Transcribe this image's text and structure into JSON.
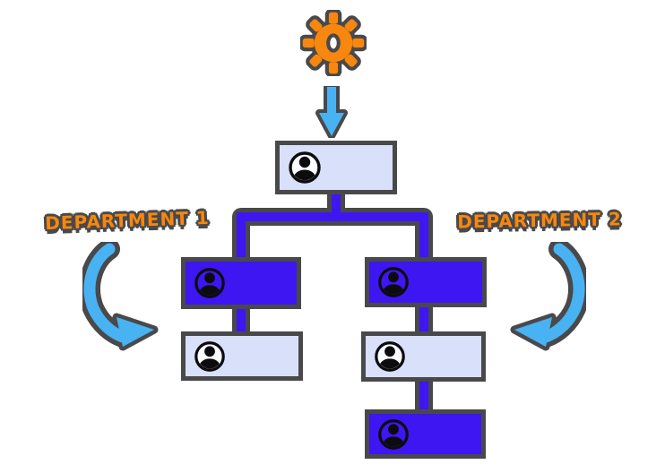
{
  "colors": {
    "orange": "#F7870E",
    "blue": "#3E16F2",
    "lavender": "#D9E0FA",
    "sky": "#49B2F2",
    "ink": "#0C0C0E",
    "outline": "#49494B",
    "person_fill_light": "#FBFCFF"
  },
  "labels": {
    "department1": "DEPARTMENT 1",
    "department2": "DEPARTMENT 2"
  },
  "icons": {
    "top": "gear-icon",
    "flow": "down-arrow-icon",
    "node": "person-icon",
    "dept1_pointer": "curved-arrow-left-icon",
    "dept2_pointer": "curved-arrow-right-icon"
  },
  "diagram": {
    "root_node": {
      "icon": "person",
      "style": "lavender"
    },
    "branches": [
      {
        "name": "DEPARTMENT 1",
        "nodes": [
          {
            "icon": "person",
            "style": "blue"
          },
          {
            "icon": "person",
            "style": "lavender"
          }
        ]
      },
      {
        "name": "DEPARTMENT 2",
        "nodes": [
          {
            "icon": "person",
            "style": "blue"
          },
          {
            "icon": "person",
            "style": "lavender"
          },
          {
            "icon": "person",
            "style": "blue"
          }
        ]
      }
    ]
  }
}
